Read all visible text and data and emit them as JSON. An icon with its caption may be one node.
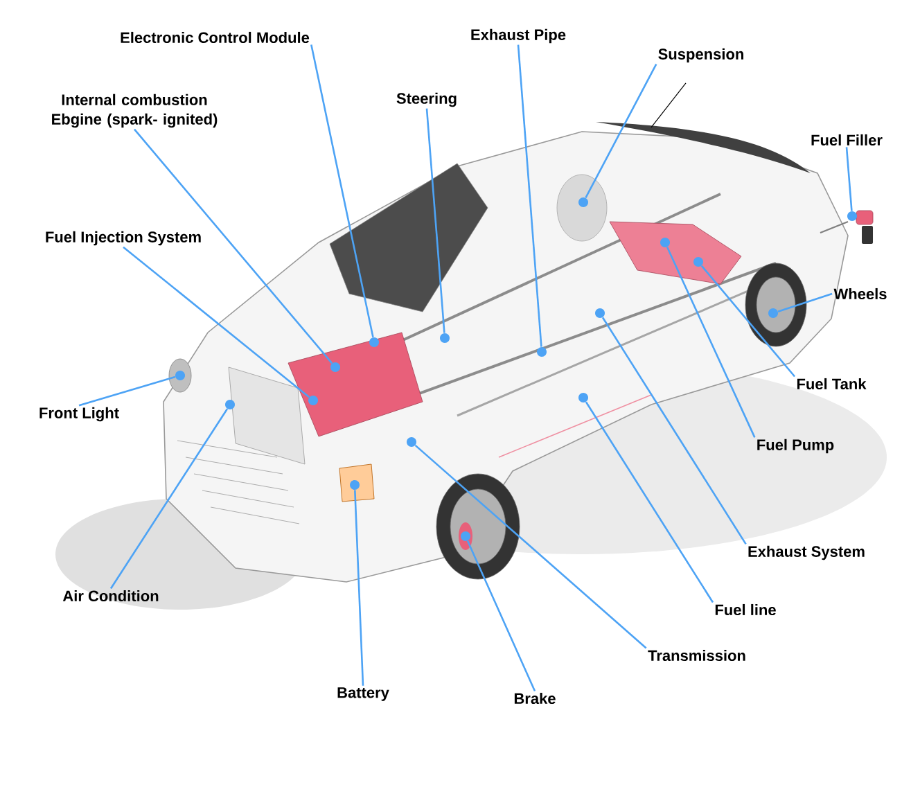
{
  "diagram": {
    "nodes": [
      {
        "text": [
          "Electronic Control Module"
        ]
      },
      {
        "text": [
          "Exhaust  Pipe"
        ]
      },
      {
        "text": [
          "Suspension"
        ]
      },
      {
        "text": [
          "Internal combustion Ebgine  (spark- ignited)"
        ]
      },
      {
        "text": [
          "Steering"
        ]
      },
      {
        "text": [
          "Fuel Filler"
        ]
      },
      {
        "text": [
          "Fuel Injection System"
        ]
      },
      {
        "text": [
          "Wheels"
        ]
      },
      {
        "text": [
          "Fuel Tank"
        ]
      },
      {
        "text": [
          "Front Light"
        ]
      },
      {
        "text": [
          "Fuel Pump"
        ]
      },
      {
        "text": [
          "Exhaust System"
        ]
      },
      {
        "text": [
          "Air Condition"
        ]
      },
      {
        "text": [
          "Fuel line"
        ]
      },
      {
        "text": [
          "Transmission"
        ]
      },
      {
        "text": [
          "Battery"
        ]
      },
      {
        "text": [
          "Brake"
        ]
      },
      {
        "text": [],
        "shape": "circle"
      },
      {
        "text": [],
        "shape": "circle"
      },
      {
        "text": [],
        "shape": "circle"
      },
      {
        "text": [],
        "shape": "circle"
      },
      {
        "text": [],
        "shape": "circle"
      },
      {
        "text": [],
        "shape": "circle"
      },
      {
        "text": [],
        "shape": "circle"
      },
      {
        "text": [],
        "shape": "circle"
      },
      {
        "text": [],
        "shape": "circle"
      },
      {
        "text": [],
        "shape": "circle"
      },
      {
        "text": [],
        "shape": "circle"
      },
      {
        "text": [],
        "shape": "circle"
      },
      {
        "text": [],
        "shape": "circle"
      },
      {
        "text": [],
        "shape": "circle"
      },
      {
        "text": [],
        "shape": "circle"
      },
      {
        "text": [],
        "shape": "circle"
      },
      {
        "text": [],
        "shape": "circle"
      }
    ],
    "edges": [
      {
        "from": 0,
        "to": 22,
        "arrow": "none"
      },
      {
        "from": 1,
        "to": 26,
        "arrow": "none"
      },
      {
        "from": 2,
        "to": 27,
        "arrow": "none"
      },
      {
        "from": 3,
        "to": 20,
        "arrow": "none"
      },
      {
        "from": 4,
        "to": 24,
        "arrow": "none"
      },
      {
        "from": 5,
        "to": 33,
        "arrow": "none"
      },
      {
        "from": 6,
        "to": 19,
        "arrow": "none"
      },
      {
        "from": 7,
        "to": 32,
        "arrow": "none"
      },
      {
        "from": 8,
        "to": 31,
        "arrow": "none"
      },
      {
        "from": 9,
        "to": 17,
        "arrow": "none"
      },
      {
        "from": 10,
        "to": 30,
        "arrow": "none"
      },
      {
        "from": 11,
        "to": 29,
        "arrow": "none"
      },
      {
        "from": 12,
        "to": 18,
        "arrow": "none"
      },
      {
        "from": 13,
        "to": 28,
        "arrow": "none"
      },
      {
        "from": 14,
        "to": 23,
        "arrow": "none"
      },
      {
        "from": 15,
        "to": 21,
        "arrow": "none"
      },
      {
        "from": 16,
        "to": 25,
        "arrow": "none"
      }
    ]
  }
}
